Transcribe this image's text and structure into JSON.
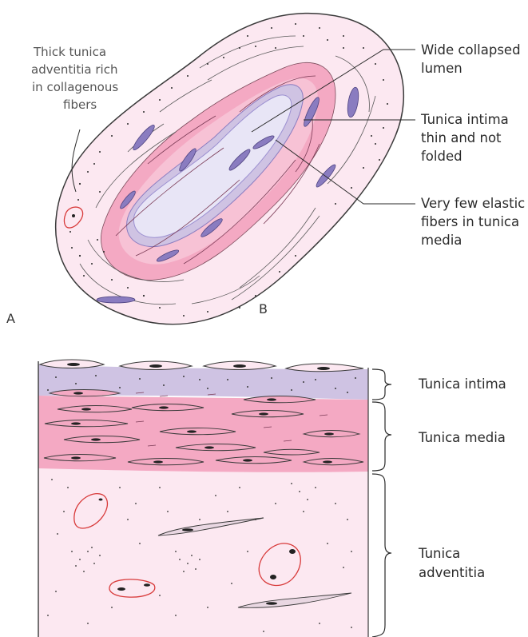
{
  "panel_a": {
    "letter": "A",
    "label_adventitia": [
      "Thick tunica",
      "adventitia rich",
      "in collagenous",
      "fibers"
    ],
    "label_lumen": [
      "Wide collapsed",
      "lumen"
    ],
    "label_intima": [
      "Tunica intima",
      "thin and not",
      "folded"
    ],
    "label_media": [
      "Very few elastic",
      "fibers in tunica",
      "media"
    ]
  },
  "panel_b": {
    "letter": "B",
    "label_intima": [
      "Tunica intima"
    ],
    "label_media": [
      "Tunica media"
    ],
    "label_adventitia": [
      "Tunica",
      "adventitia"
    ]
  },
  "colors": {
    "adventitia": "#fce8f1",
    "media": "#f4a9c3",
    "media_light": "#f7c2d5",
    "intima": "#cfc3e3",
    "lumen": "#e4e0f4",
    "nucleus": "#8a7cc0",
    "red_outline": "#d83a3a",
    "outline": "#3a3a3a"
  }
}
